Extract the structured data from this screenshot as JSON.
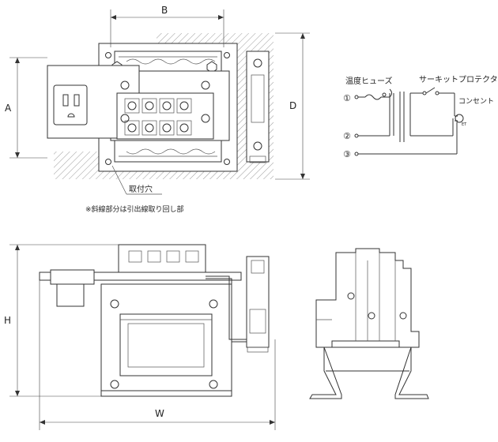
{
  "dimensions": {
    "a": "A",
    "b": "B",
    "d": "D",
    "h": "H",
    "w": "W"
  },
  "top_view": {
    "mounting_hole_label": "取付穴",
    "hatched_area_note": "※斜線部分は引出線取り回し部"
  },
  "circuit": {
    "thermal_fuse_label": "温度ヒューズ",
    "circuit_protector_label": "サーキットプロテクタ",
    "outlet_label": "コンセント",
    "ground_label": "ET",
    "terminals": [
      "①",
      "②",
      "③"
    ]
  },
  "colors": {
    "line": "#333333",
    "hatch": "#999999"
  }
}
